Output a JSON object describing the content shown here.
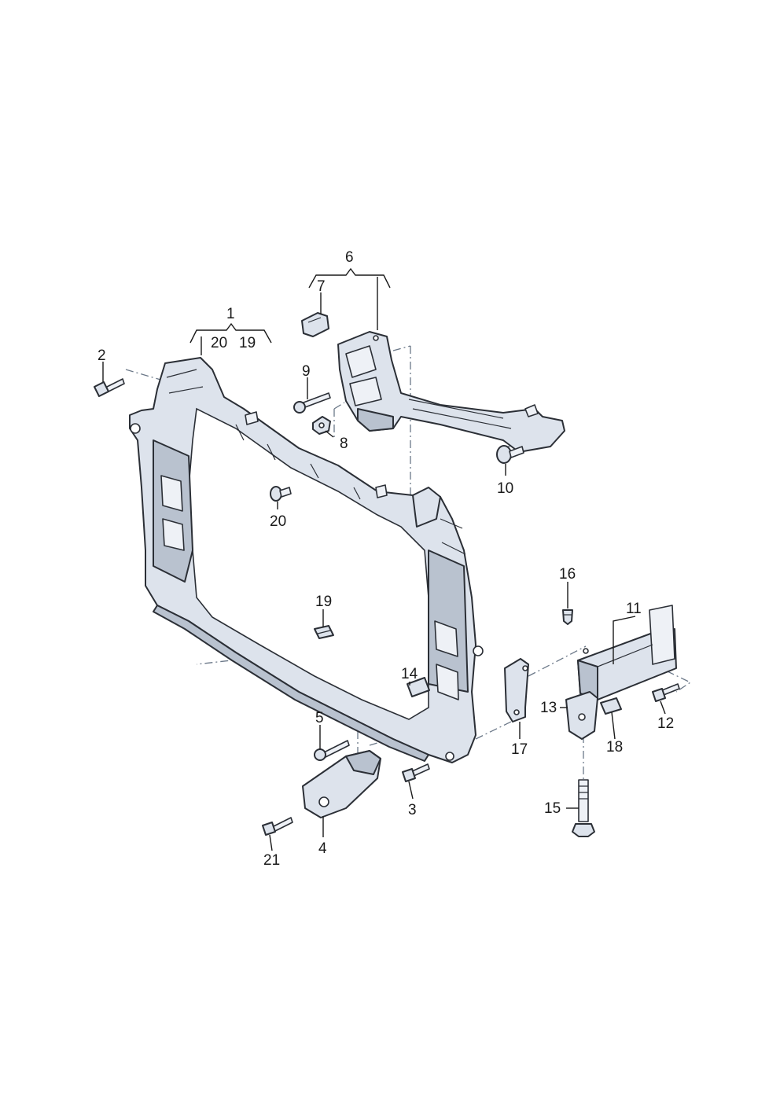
{
  "callouts": {
    "c1": "1",
    "c2": "2",
    "c3": "3",
    "c4": "4",
    "c5": "5",
    "c6": "6",
    "c7": "7",
    "c8": "8",
    "c9": "9",
    "c10": "10",
    "c11": "11",
    "c12": "12",
    "c13": "13",
    "c14": "14",
    "c15": "15",
    "c16": "16",
    "c17": "17",
    "c18": "18",
    "c19": "19",
    "c20": "20",
    "c21": "21",
    "c20_sub": "20",
    "c19_sub": "19",
    "c20_low": "20",
    "c19_low": "19"
  },
  "colors": {
    "part": "#dde3ec",
    "outline": "#2b2f36",
    "text": "#1a1a1a"
  }
}
